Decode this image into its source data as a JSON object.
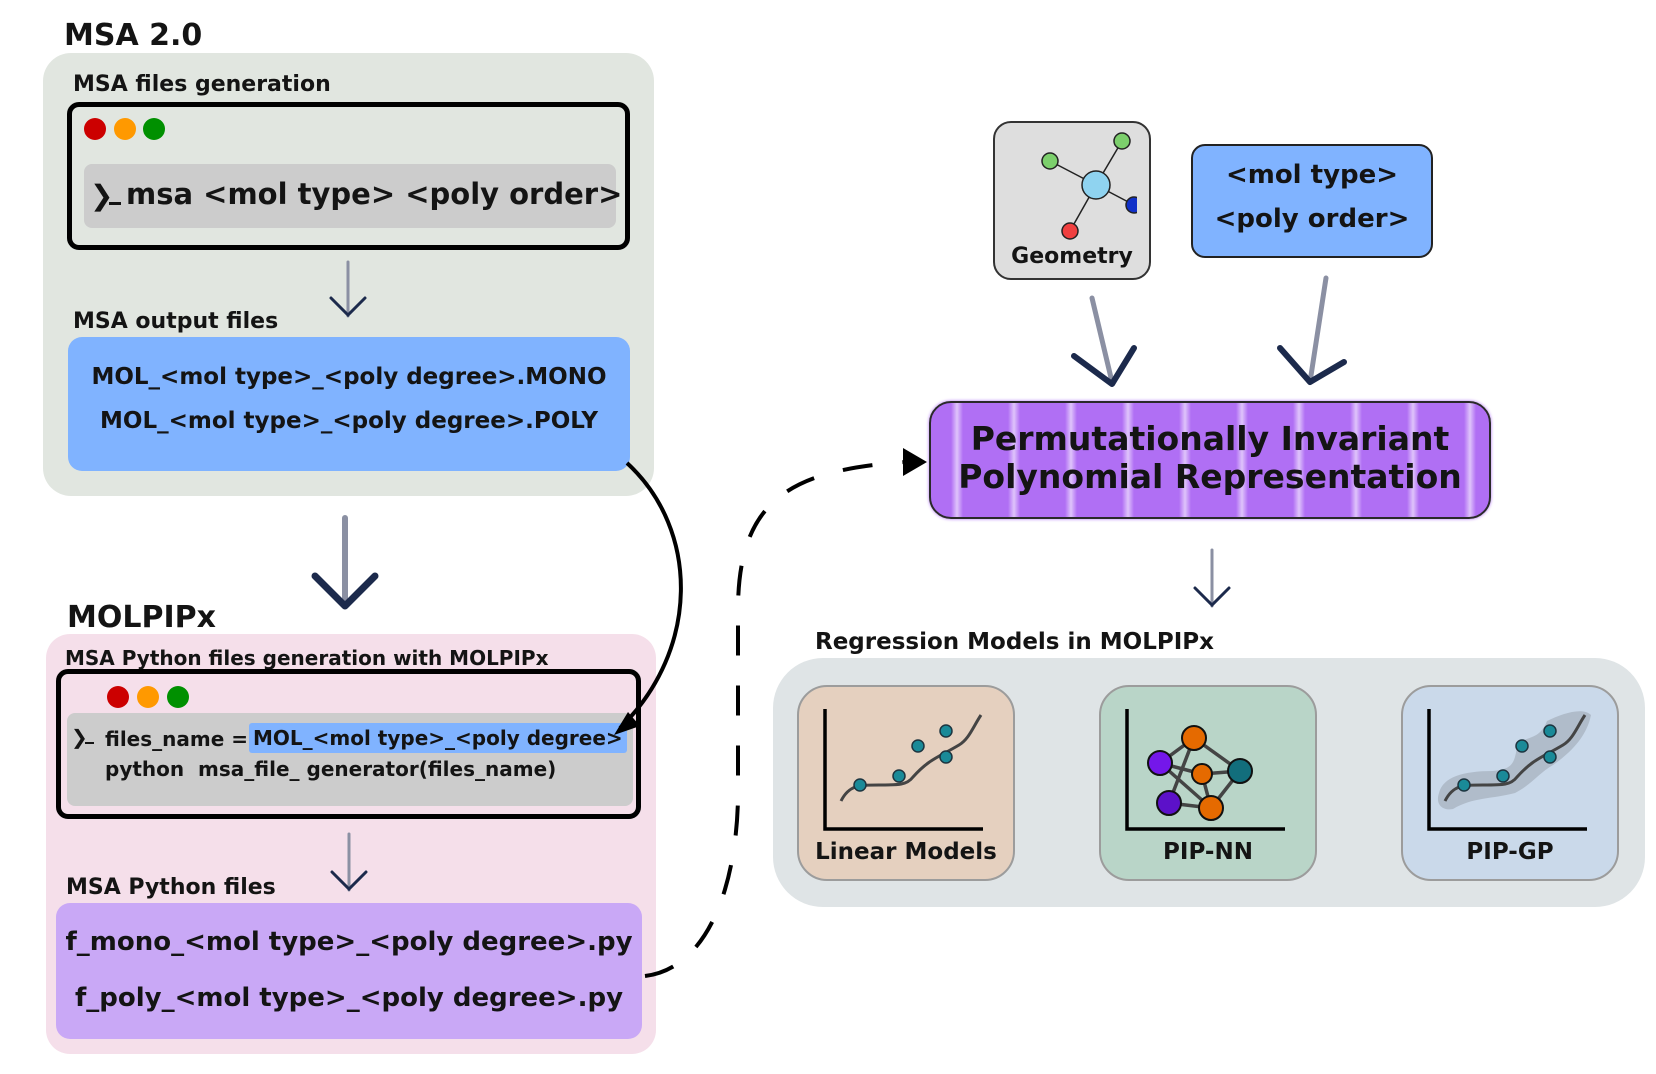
{
  "msa": {
    "title": "MSA 2.0",
    "generation": {
      "label": "MSA files generation",
      "prompt_icon": "terminal-prompt-icon",
      "command": "msa <mol type> <poly order>"
    },
    "output": {
      "label": "MSA output files",
      "files": [
        "MOL_<mol type>_<poly degree>.MONO",
        "MOL_<mol type>_<poly degree>.POLY"
      ]
    }
  },
  "molpipx": {
    "title": "MOLPIPx",
    "generation": {
      "label": "MSA Python files generation with MOLPIPx",
      "line1_prefix": "files_name = ",
      "line1_highlight": "MOL_<mol type>_<poly degree>",
      "line2": "python  msa_file_ generator(files_name)"
    },
    "python_files": {
      "label": "MSA Python files",
      "files": [
        "f_mono_<mol type>_<poly degree>.py",
        "f_poly_<mol type>_<poly degree>.py"
      ]
    }
  },
  "inputs": {
    "geometry_label": "Geometry",
    "param_lines": [
      "<mol type>",
      "<poly order>"
    ]
  },
  "pip": {
    "lines": [
      "Permutationally Invariant",
      "Polynomial Representation"
    ]
  },
  "regression": {
    "title": "Regression Models in MOLPIPx",
    "models": [
      {
        "label": "Linear Models",
        "color": "#e5d0bf"
      },
      {
        "label": "PIP-NN",
        "color": "#b9d5c8"
      },
      {
        "label": "PIP-GP",
        "color": "#cad9ea"
      }
    ]
  },
  "colors": {
    "terminal_red": "#cc0000",
    "terminal_orange": "#ff9900",
    "terminal_green": "#009000",
    "file_blue": "#80b3ff",
    "file_purple": "#c9a8f6",
    "pip_purple": "#b06ff4",
    "arrow_navy": "#1c2a4c",
    "arrow_shaft": "#8b90a3"
  }
}
